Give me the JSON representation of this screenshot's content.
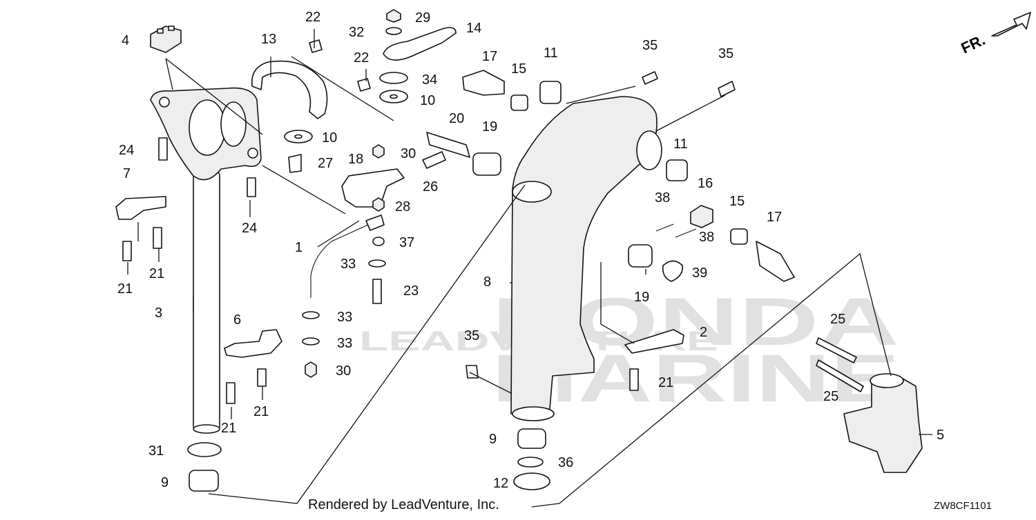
{
  "diagram": {
    "footer_text": "Rendered by LeadVenture, Inc.",
    "diagram_code": "ZW8CF1101",
    "direction_label": "FR.",
    "watermark": {
      "brand_line_1": "HONDA",
      "brand_line_2": "MARINE",
      "provider": "LEADVENTURE"
    },
    "callouts": {
      "c1": "1",
      "c2": "2",
      "c3": "3",
      "c4": "4",
      "c5": "5",
      "c6": "6",
      "c7": "7",
      "c8": "8",
      "c9a": "9",
      "c9b": "9",
      "c10a": "10",
      "c10b": "10",
      "c11a": "11",
      "c11b": "11",
      "c12": "12",
      "c13": "13",
      "c14": "14",
      "c15a": "15",
      "c15b": "15",
      "c16": "16",
      "c17a": "17",
      "c17b": "17",
      "c18": "18",
      "c19a": "19",
      "c19b": "19",
      "c20": "20",
      "c21a": "21",
      "c21b": "21",
      "c21c": "21",
      "c21d": "21",
      "c21e": "21",
      "c22a": "22",
      "c22b": "22",
      "c23": "23",
      "c24a": "24",
      "c24b": "24",
      "c25a": "25",
      "c25b": "25",
      "c26": "26",
      "c27": "27",
      "c28": "28",
      "c29": "29",
      "c30a": "30",
      "c30b": "30",
      "c31": "31",
      "c32": "32",
      "c33a": "33",
      "c33b": "33",
      "c33c": "33",
      "c34": "34",
      "c35a": "35",
      "c35b": "35",
      "c35c": "35",
      "c36": "36",
      "c37": "37",
      "c38a": "38",
      "c38b": "38",
      "c39": "39"
    }
  }
}
